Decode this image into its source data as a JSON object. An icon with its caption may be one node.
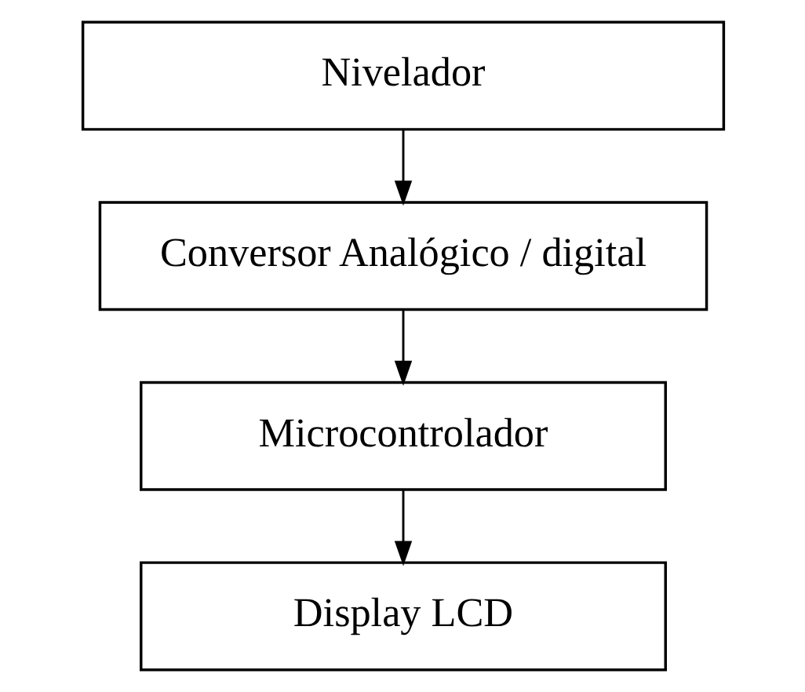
{
  "diagram": {
    "nodes": [
      {
        "text": [
          "Nivelador"
        ]
      },
      {
        "text": [
          "Conversor Analógico / digital"
        ]
      },
      {
        "text": [
          "Microcontrolador"
        ]
      },
      {
        "text": [
          "Display LCD"
        ]
      }
    ],
    "edges": [
      {
        "from": 0,
        "to": 1,
        "arrow": "to"
      },
      {
        "from": 1,
        "to": 2,
        "arrow": "to"
      },
      {
        "from": 2,
        "to": 3,
        "arrow": "to"
      }
    ]
  }
}
